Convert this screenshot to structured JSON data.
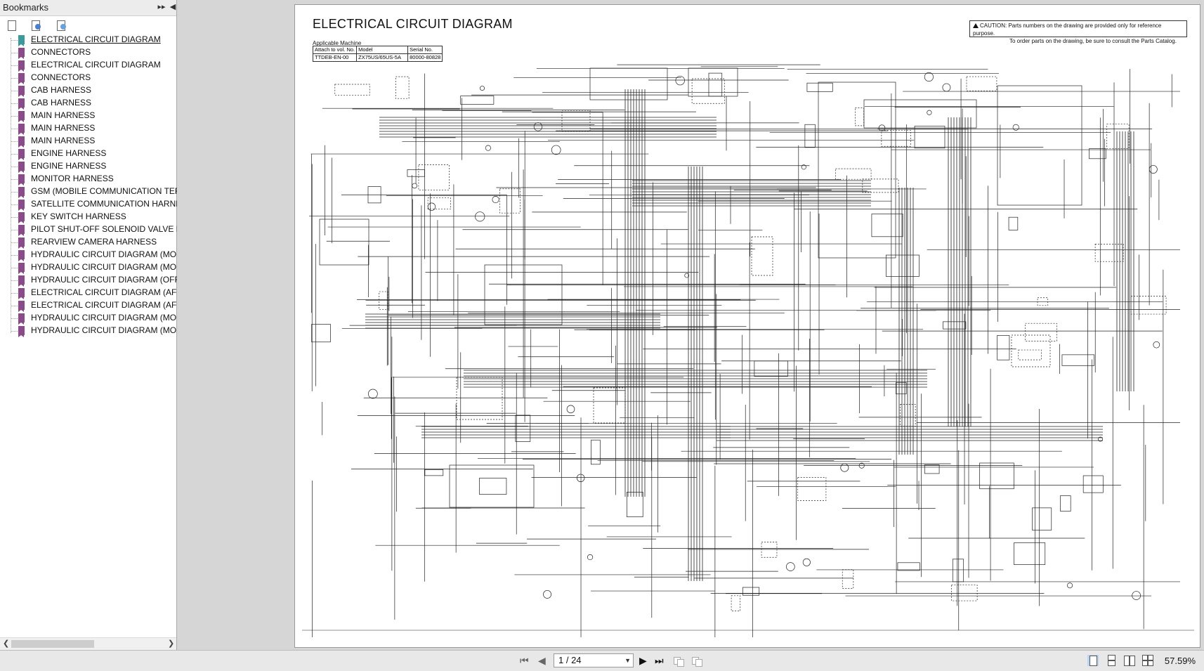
{
  "bookmarks": {
    "title": "Bookmarks",
    "items": [
      "ELECTRICAL CIRCUIT DIAGRAM",
      "CONNECTORS",
      "ELECTRICAL CIRCUIT DIAGRAM",
      "CONNECTORS",
      "CAB HARNESS",
      "CAB HARNESS",
      "MAIN HARNESS",
      "MAIN HARNESS",
      "MAIN HARNESS",
      "ENGINE HARNESS",
      "ENGINE HARNESS",
      "MONITOR HARNESS",
      "GSM (MOBILE COMMUNICATION TERM",
      "SATELLITE COMMUNICATION HARNES",
      "KEY SWITCH HARNESS",
      "PILOT SHUT-OFF SOLENOID VALVE H",
      "REARVIEW CAMERA HARNESS",
      "HYDRAULIC CIRCUIT DIAGRAM (MONO",
      "HYDRAULIC CIRCUIT DIAGRAM (MONO",
      "HYDRAULIC CIRCUIT DIAGRAM (OFFS",
      "ELECTRICAL CIRCUIT DIAGRAM (AFL)",
      "ELECTRICAL CIRCUIT DIAGRAM (AFL)",
      "HYDRAULIC CIRCUIT DIAGRAM (MONO",
      "HYDRAULIC CIRCUIT DIAGRAM (MONO"
    ]
  },
  "document": {
    "title": "ELECTRICAL CIRCUIT DIAGRAM",
    "caution_line1": "CAUTION: Parts numbers on the drawing are provided only for reference purpose.",
    "caution_line2": "To order parts on the drawing, be sure to consult the Parts Catalog.",
    "applicable_label": "Applicable Machine",
    "table": {
      "headers": [
        "Attach to vol. No.",
        "Model",
        "Serial No."
      ],
      "row": [
        "TTDEB-EN-00",
        "ZX75US/65US-5A",
        "80000-80828"
      ]
    }
  },
  "toolbar": {
    "page_indicator": "1 / 24",
    "zoom": "57.59%"
  }
}
